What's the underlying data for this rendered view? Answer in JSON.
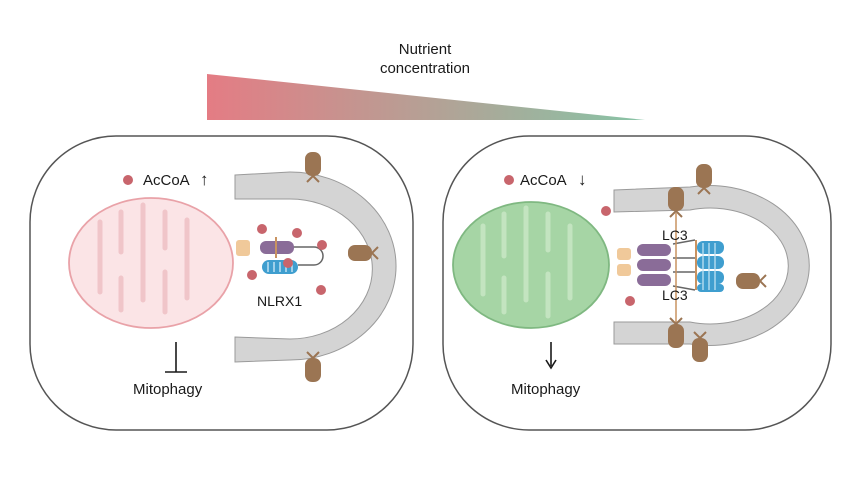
{
  "header": {
    "title_line1": "Nutrient",
    "title_line2": "concentration"
  },
  "colors": {
    "gradient_high": "#e47c84",
    "gradient_low": "#87c4a6",
    "mito_left_fill": "#fbe4e6",
    "mito_left_outline": "#e9a2a8",
    "mito_right_fill": "#a6d5a5",
    "mito_right_outline": "#7fb881",
    "phagophore": "#d4d4d4",
    "acetyl_coa_dot": "#c8656c",
    "nlrx1_purple": "#8a6c98",
    "lc3_blue": "#3f9ecf",
    "receptor_brown": "#9b7553",
    "anchor_tan": "#f0c99a"
  },
  "left_cell": {
    "acetyl_coa_label": "AcCoA",
    "acetyl_coa_arrow": "↑",
    "nlrx1_label": "NLRX1",
    "mitophagy_label": "Mitophagy",
    "mitophagy_symbol": "inhibition"
  },
  "right_cell": {
    "acetyl_coa_label": "AcCoA",
    "acetyl_coa_arrow": "↓",
    "lc3_label_top": "LC3",
    "lc3_label_bottom": "LC3",
    "mitophagy_label": "Mitophagy",
    "mitophagy_arrow": "↓"
  }
}
